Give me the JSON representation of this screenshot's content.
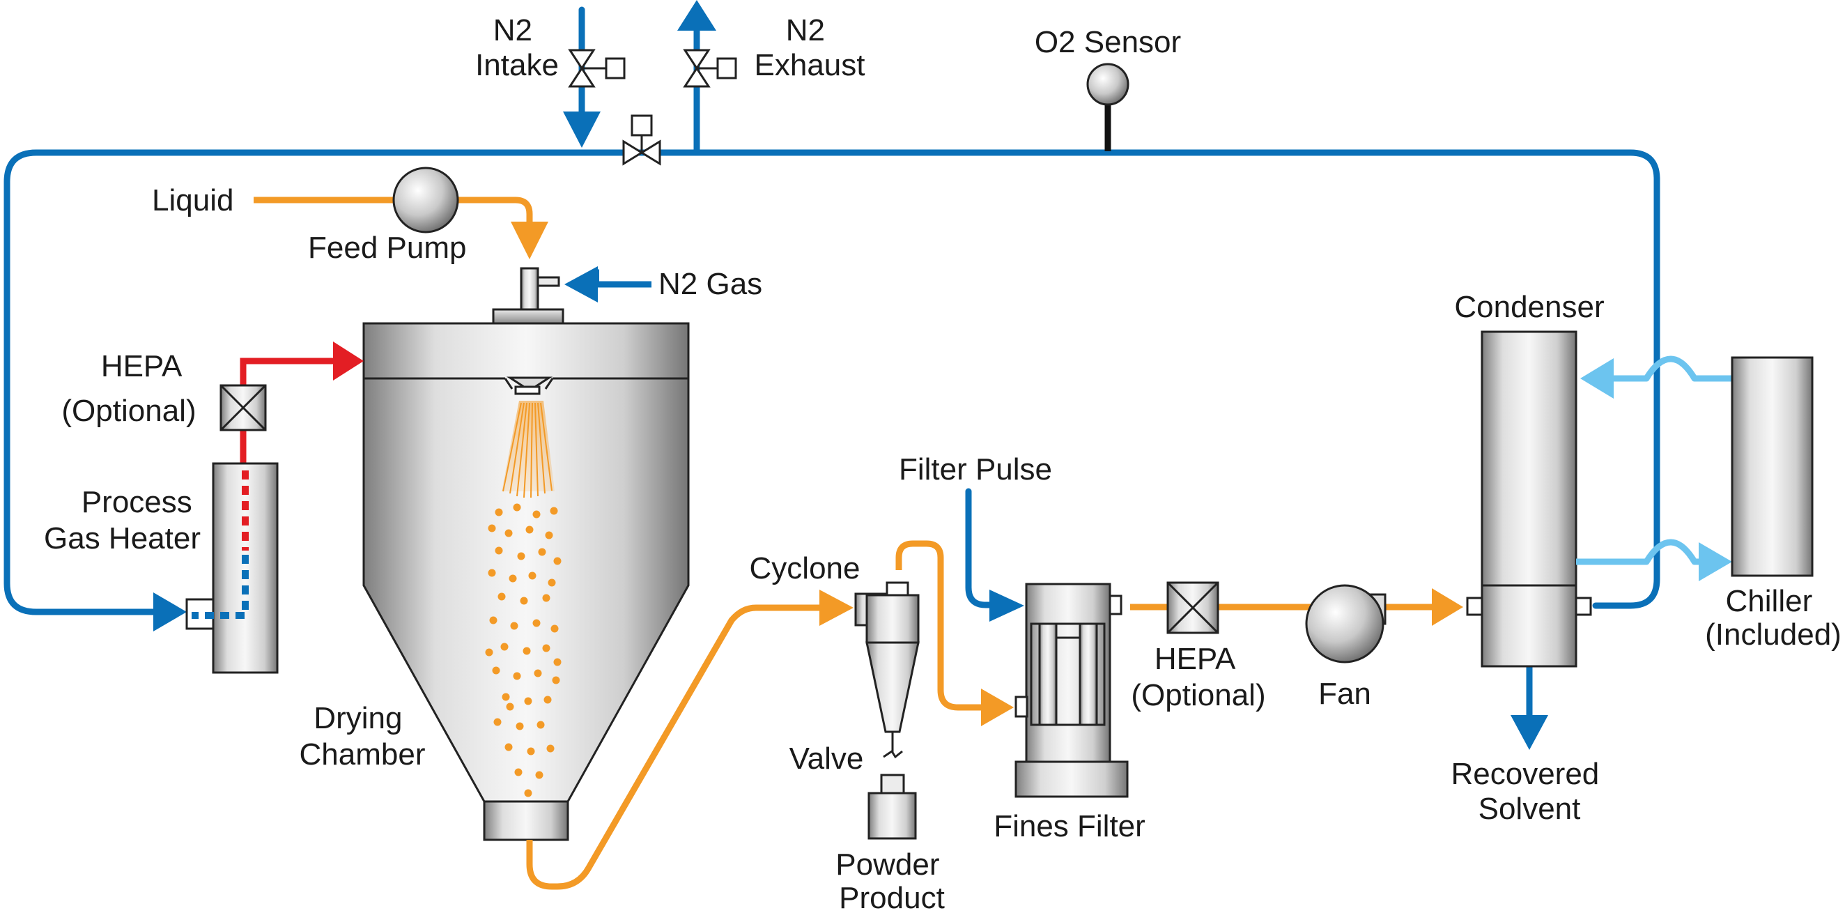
{
  "colors": {
    "gas_loop": "#0a70b8",
    "feed": "#f39a26",
    "heated_gas": "#e31e24",
    "coolant": "#6cc4ef",
    "metal_dark": "#8d8d8d",
    "metal_light": "#f4f4f4",
    "outline": "#222222",
    "signal_line": "#111111"
  },
  "labels": {
    "n2_intake": [
      "N2",
      "Intake"
    ],
    "n2_exhaust": [
      "N2",
      "Exhaust"
    ],
    "o2_sensor": "O2 Sensor",
    "liquid": "Liquid",
    "feed_pump": "Feed Pump",
    "n2_gas": "N2 Gas",
    "hepa_left": [
      "HEPA",
      "(Optional)"
    ],
    "process_gas_heater": [
      "Process",
      "Gas Heater"
    ],
    "drying_chamber": [
      "Drying",
      "Chamber"
    ],
    "cyclone": "Cyclone",
    "valve": "Valve",
    "powder_product": [
      "Powder",
      "Product"
    ],
    "filter_pulse": "Filter Pulse",
    "fines_filter": "Fines Filter",
    "hepa_right": [
      "HEPA",
      "(Optional)"
    ],
    "fan": "Fan",
    "condenser": "Condenser",
    "recovered_solvent": [
      "Recovered",
      "Solvent"
    ],
    "chiller": [
      "Chiller",
      "(Included)"
    ]
  },
  "icons": {
    "pump": "circle-pump-icon",
    "fan": "blower-fan-icon",
    "hepa": "x-box-filter-icon",
    "valve": "bowtie-valve-icon",
    "sensor": "ball-sensor-icon"
  }
}
